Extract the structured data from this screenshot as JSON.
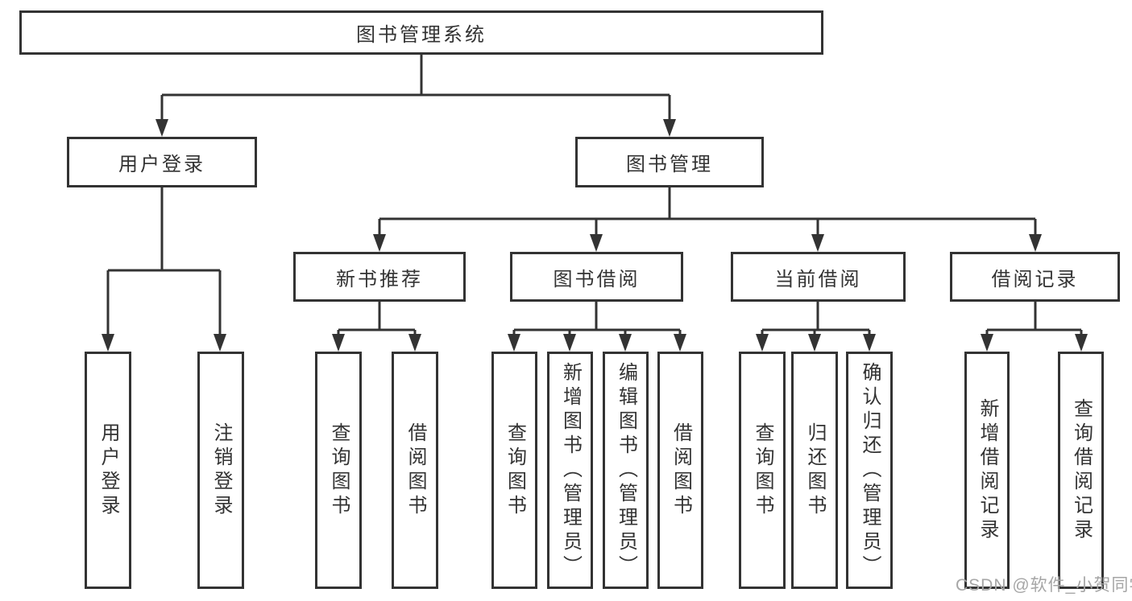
{
  "diagram": {
    "type": "hierarchy",
    "root": "图书管理系统",
    "level1": [
      "用户登录",
      "图书管理"
    ],
    "level2": [
      "新书推荐",
      "图书借阅",
      "当前借阅",
      "借阅记录"
    ],
    "leaves": {
      "user_login": [
        "用户登录",
        "注销登录"
      ],
      "new_book_rec": [
        "查询图书",
        "借阅图书"
      ],
      "book_borrow": [
        "查询图书",
        "新增图书（管理员）",
        "编辑图书（管理员）",
        "借阅图书"
      ],
      "current_borrow": [
        "查询图书",
        "归还图书",
        "确认归还（管理员）"
      ],
      "borrow_records": [
        "新增借阅记录",
        "查询借阅记录"
      ]
    },
    "colors": {
      "line": "#333333",
      "box_border": "#333333",
      "box_fill": "#ffffff",
      "text": "#333333",
      "watermark_text": "#a6a6a6"
    }
  },
  "watermark": "CSDN @软件_小贺同学"
}
